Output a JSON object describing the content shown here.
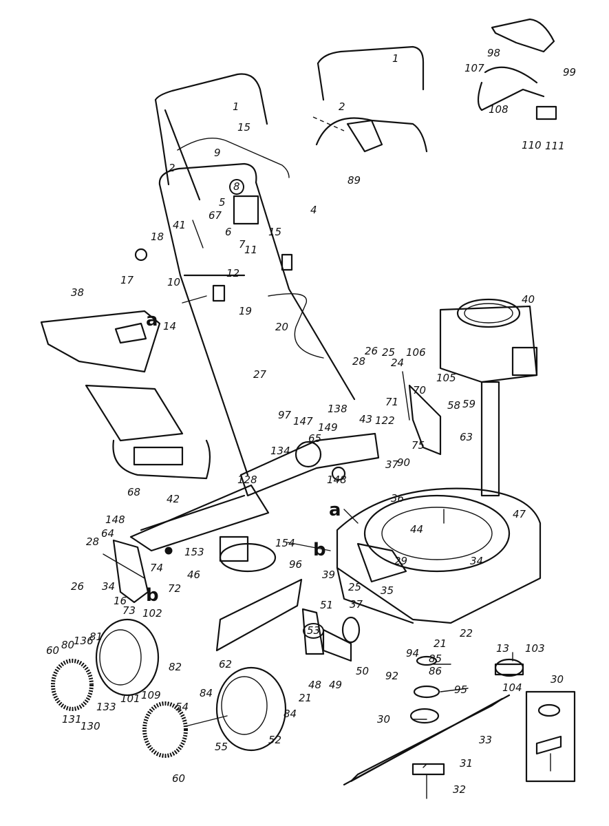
{
  "diagram": {
    "callouts": [
      {
        "id": "p1a",
        "text": "1"
      },
      {
        "id": "p1b",
        "text": "1"
      },
      {
        "id": "p2a",
        "text": "2"
      },
      {
        "id": "p2b",
        "text": "2"
      },
      {
        "id": "p4",
        "text": "4"
      },
      {
        "id": "p5",
        "text": "5"
      },
      {
        "id": "p6",
        "text": "6"
      },
      {
        "id": "p7",
        "text": "7"
      },
      {
        "id": "p8",
        "text": "8"
      },
      {
        "id": "p9",
        "text": "9"
      },
      {
        "id": "p10",
        "text": "10"
      },
      {
        "id": "p11",
        "text": "11"
      },
      {
        "id": "p12",
        "text": "12"
      },
      {
        "id": "p13",
        "text": "13"
      },
      {
        "id": "p14",
        "text": "14"
      },
      {
        "id": "p15a",
        "text": "15"
      },
      {
        "id": "p15b",
        "text": "15"
      },
      {
        "id": "p16",
        "text": "16"
      },
      {
        "id": "p17",
        "text": "17"
      },
      {
        "id": "p18",
        "text": "18"
      },
      {
        "id": "p19",
        "text": "19"
      },
      {
        "id": "p20",
        "text": "20"
      },
      {
        "id": "p21a",
        "text": "21"
      },
      {
        "id": "p21b",
        "text": "21"
      },
      {
        "id": "p22",
        "text": "22"
      },
      {
        "id": "p24",
        "text": "24"
      },
      {
        "id": "p25a",
        "text": "25"
      },
      {
        "id": "p25b",
        "text": "25"
      },
      {
        "id": "p26a",
        "text": "26"
      },
      {
        "id": "p26b",
        "text": "26"
      },
      {
        "id": "p27",
        "text": "27"
      },
      {
        "id": "p28a",
        "text": "28"
      },
      {
        "id": "p28b",
        "text": "28"
      },
      {
        "id": "p29",
        "text": "29"
      },
      {
        "id": "p30a",
        "text": "30"
      },
      {
        "id": "p30b",
        "text": "30"
      },
      {
        "id": "p31",
        "text": "31"
      },
      {
        "id": "p32",
        "text": "32"
      },
      {
        "id": "p33",
        "text": "33"
      },
      {
        "id": "p34a",
        "text": "34"
      },
      {
        "id": "p34b",
        "text": "34"
      },
      {
        "id": "p35",
        "text": "35"
      },
      {
        "id": "p36",
        "text": "36"
      },
      {
        "id": "p37a",
        "text": "37"
      },
      {
        "id": "p37b",
        "text": "37"
      },
      {
        "id": "p38",
        "text": "38"
      },
      {
        "id": "p39",
        "text": "39"
      },
      {
        "id": "p40",
        "text": "40"
      },
      {
        "id": "p41",
        "text": "41"
      },
      {
        "id": "p42",
        "text": "42"
      },
      {
        "id": "p43",
        "text": "43"
      },
      {
        "id": "p44",
        "text": "44"
      },
      {
        "id": "p46",
        "text": "46"
      },
      {
        "id": "p47",
        "text": "47"
      },
      {
        "id": "p48",
        "text": "48"
      },
      {
        "id": "p49",
        "text": "49"
      },
      {
        "id": "p50",
        "text": "50"
      },
      {
        "id": "p51",
        "text": "51"
      },
      {
        "id": "p52",
        "text": "52"
      },
      {
        "id": "p53",
        "text": "53"
      },
      {
        "id": "p54",
        "text": "54"
      },
      {
        "id": "p55",
        "text": "55"
      },
      {
        "id": "p58",
        "text": "58"
      },
      {
        "id": "p59",
        "text": "59"
      },
      {
        "id": "p60a",
        "text": "60"
      },
      {
        "id": "p60b",
        "text": "60"
      },
      {
        "id": "p62",
        "text": "62"
      },
      {
        "id": "p63",
        "text": "63"
      },
      {
        "id": "p64",
        "text": "64"
      },
      {
        "id": "p65",
        "text": "65"
      },
      {
        "id": "p67",
        "text": "67"
      },
      {
        "id": "p68",
        "text": "68"
      },
      {
        "id": "p70",
        "text": "70"
      },
      {
        "id": "p71",
        "text": "71"
      },
      {
        "id": "p72",
        "text": "72"
      },
      {
        "id": "p73",
        "text": "73"
      },
      {
        "id": "p74",
        "text": "74"
      },
      {
        "id": "p75",
        "text": "75"
      },
      {
        "id": "p80",
        "text": "80"
      },
      {
        "id": "p81",
        "text": "81"
      },
      {
        "id": "p82",
        "text": "82"
      },
      {
        "id": "p84a",
        "text": "84"
      },
      {
        "id": "p84b",
        "text": "84"
      },
      {
        "id": "p85",
        "text": "85"
      },
      {
        "id": "p86",
        "text": "86"
      },
      {
        "id": "p89",
        "text": "89"
      },
      {
        "id": "p90",
        "text": "90"
      },
      {
        "id": "p92",
        "text": "92"
      },
      {
        "id": "p94",
        "text": "94"
      },
      {
        "id": "p95",
        "text": "95"
      },
      {
        "id": "p96",
        "text": "96"
      },
      {
        "id": "p97",
        "text": "97"
      },
      {
        "id": "p98",
        "text": "98"
      },
      {
        "id": "p99",
        "text": "99"
      },
      {
        "id": "p101",
        "text": "101"
      },
      {
        "id": "p102",
        "text": "102"
      },
      {
        "id": "p103",
        "text": "103"
      },
      {
        "id": "p104",
        "text": "104"
      },
      {
        "id": "p105",
        "text": "105"
      },
      {
        "id": "p106",
        "text": "106"
      },
      {
        "id": "p107",
        "text": "107"
      },
      {
        "id": "p108",
        "text": "108"
      },
      {
        "id": "p109",
        "text": "109"
      },
      {
        "id": "p110",
        "text": "110"
      },
      {
        "id": "p111",
        "text": "111"
      },
      {
        "id": "p122",
        "text": "122"
      },
      {
        "id": "p128",
        "text": "128"
      },
      {
        "id": "p130",
        "text": "130"
      },
      {
        "id": "p131",
        "text": "131"
      },
      {
        "id": "p133",
        "text": "133"
      },
      {
        "id": "p134",
        "text": "134"
      },
      {
        "id": "p136",
        "text": "136"
      },
      {
        "id": "p138",
        "text": "138"
      },
      {
        "id": "p147",
        "text": "147"
      },
      {
        "id": "p148a",
        "text": "148"
      },
      {
        "id": "p148b",
        "text": "148"
      },
      {
        "id": "p149",
        "text": "149"
      },
      {
        "id": "p153",
        "text": "153"
      },
      {
        "id": "p154",
        "text": "154"
      },
      {
        "id": "ref_a1",
        "text": "a"
      },
      {
        "id": "ref_a2",
        "text": "a"
      },
      {
        "id": "ref_b1",
        "text": "b"
      },
      {
        "id": "ref_b2",
        "text": "b"
      }
    ]
  }
}
